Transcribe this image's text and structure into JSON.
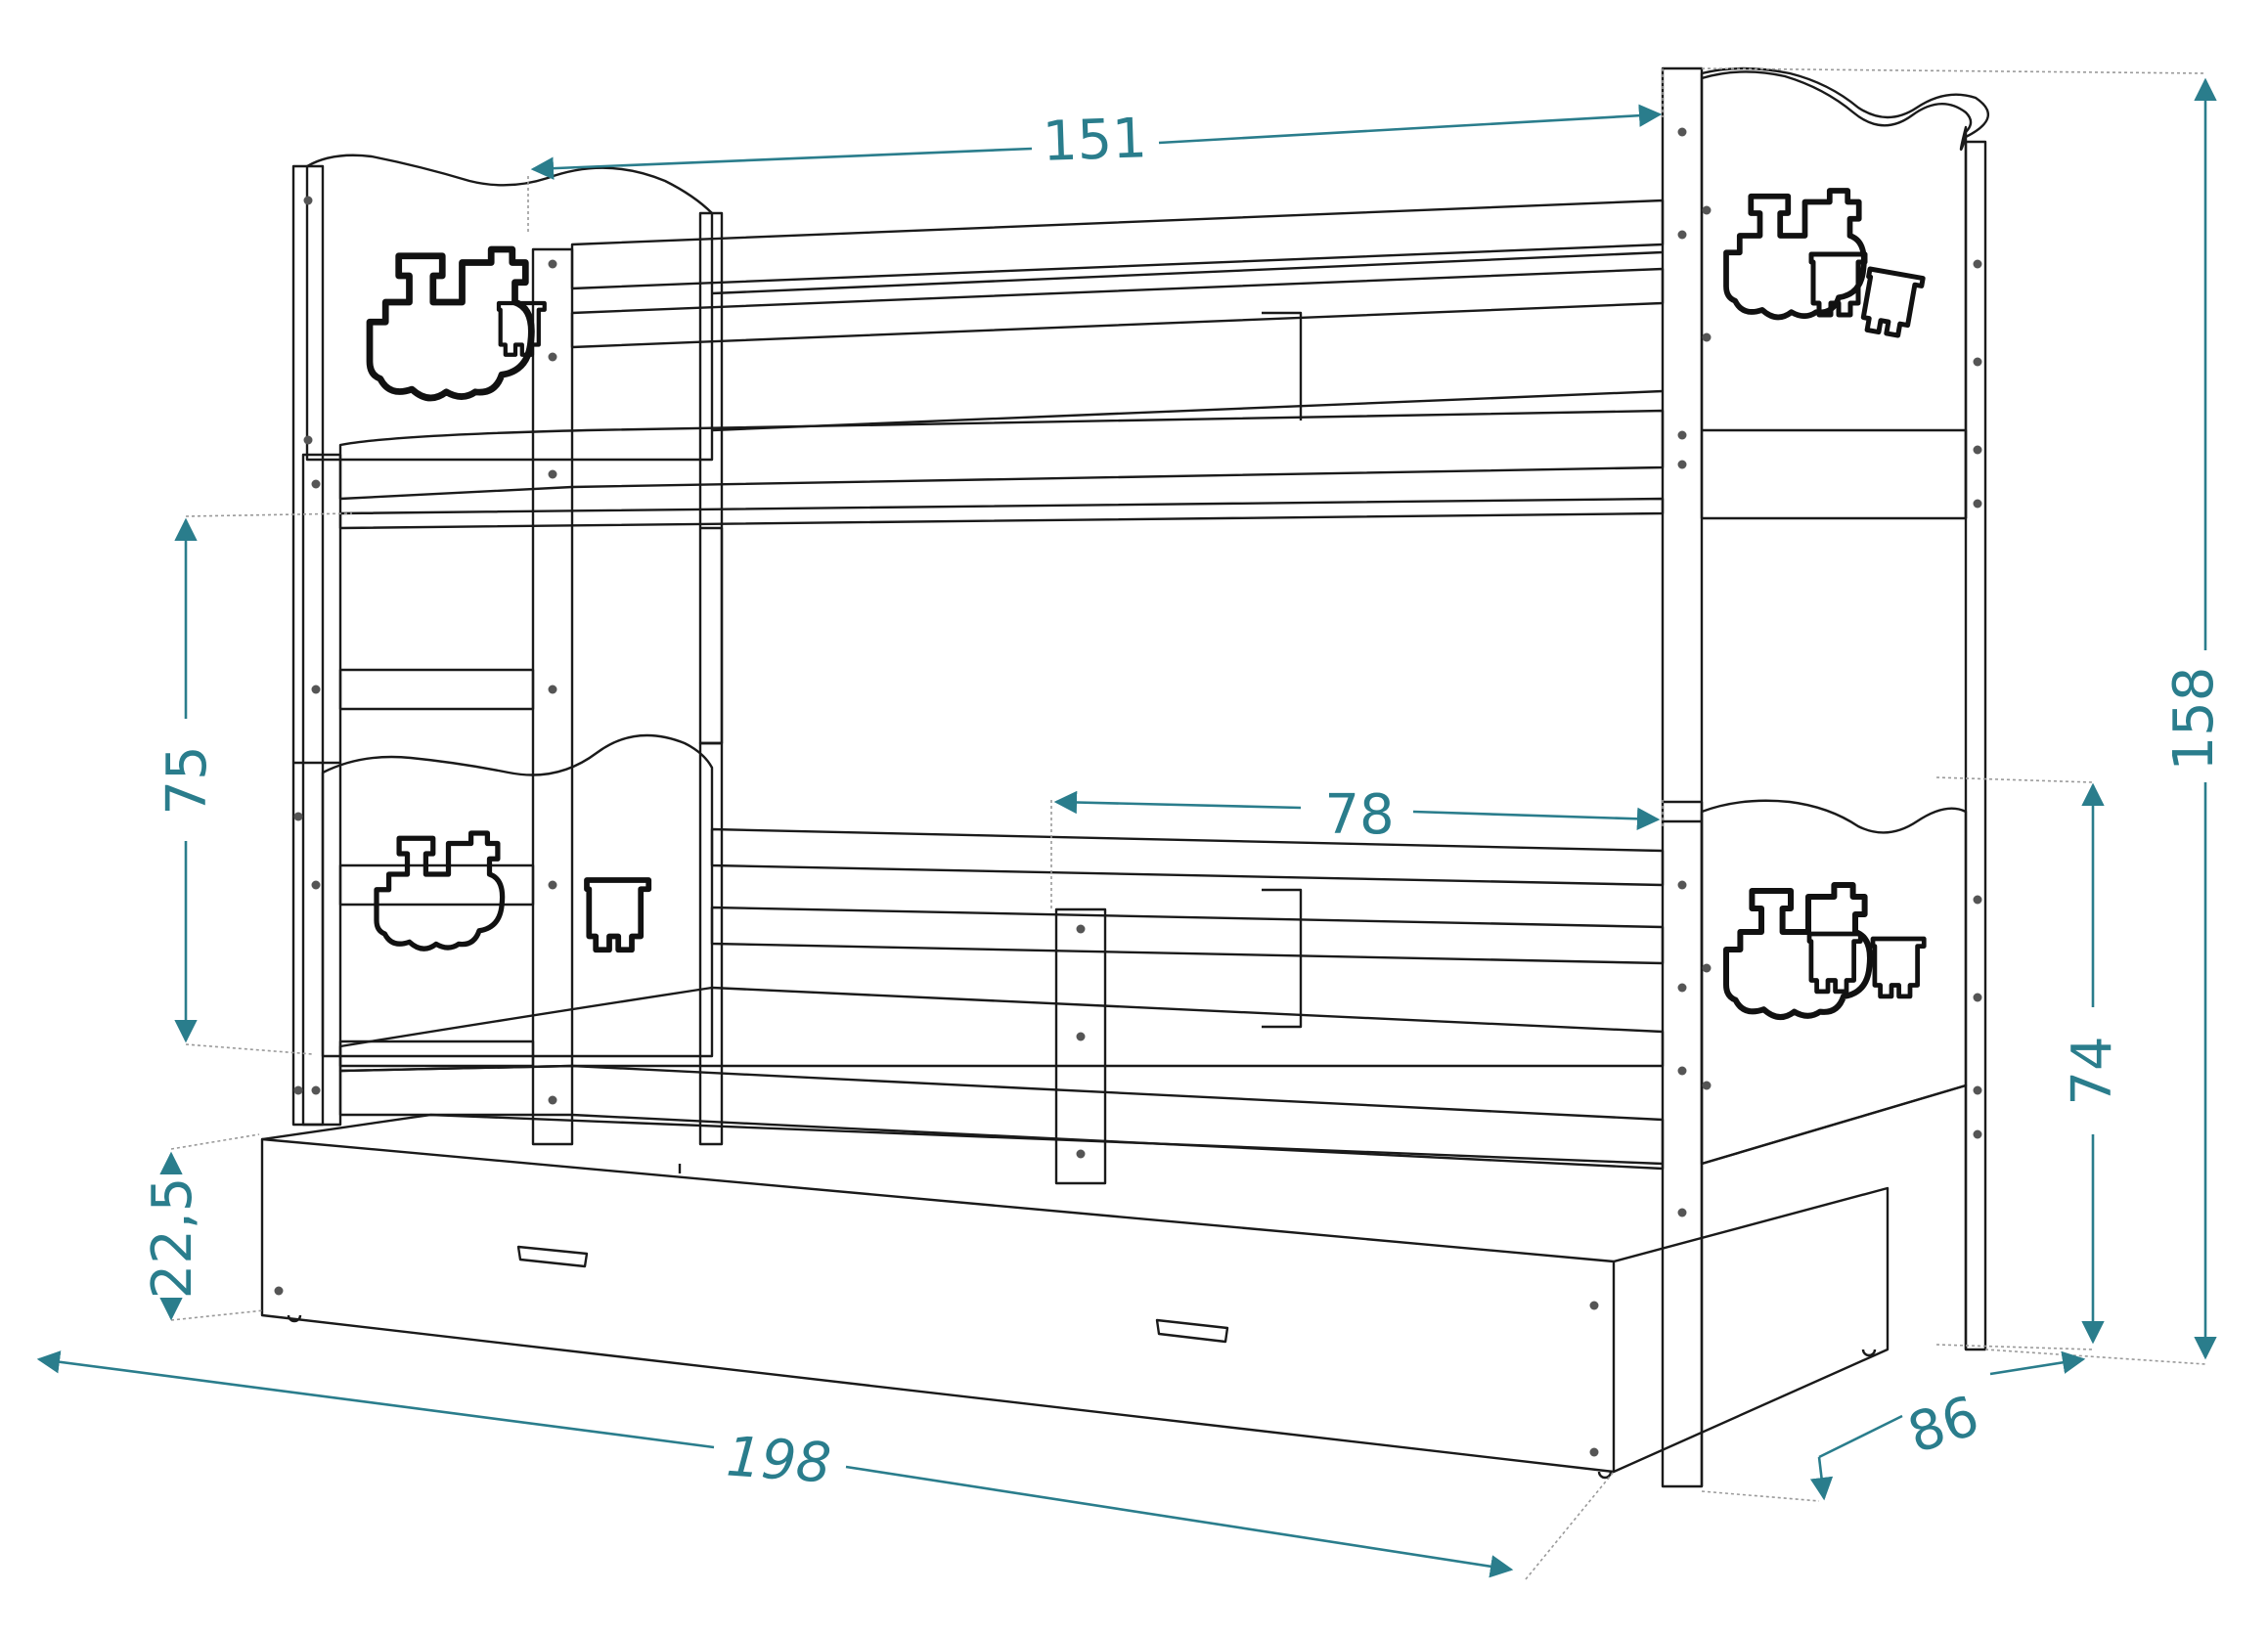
{
  "diagram": {
    "colors": {
      "outline": "#1a1a1a",
      "dimension": "#2a7d8c",
      "extension": "#9a9a9a",
      "background": "#ffffff"
    },
    "dimensions": {
      "top_length": "151",
      "total_height": "158",
      "upper_bunk_clearance": "75",
      "lower_rail_length": "78",
      "lower_post_height": "74",
      "drawer_height": "22,5",
      "total_length": "198",
      "depth": "86"
    },
    "icons": [
      "train-icon",
      "wagon-icon"
    ]
  }
}
